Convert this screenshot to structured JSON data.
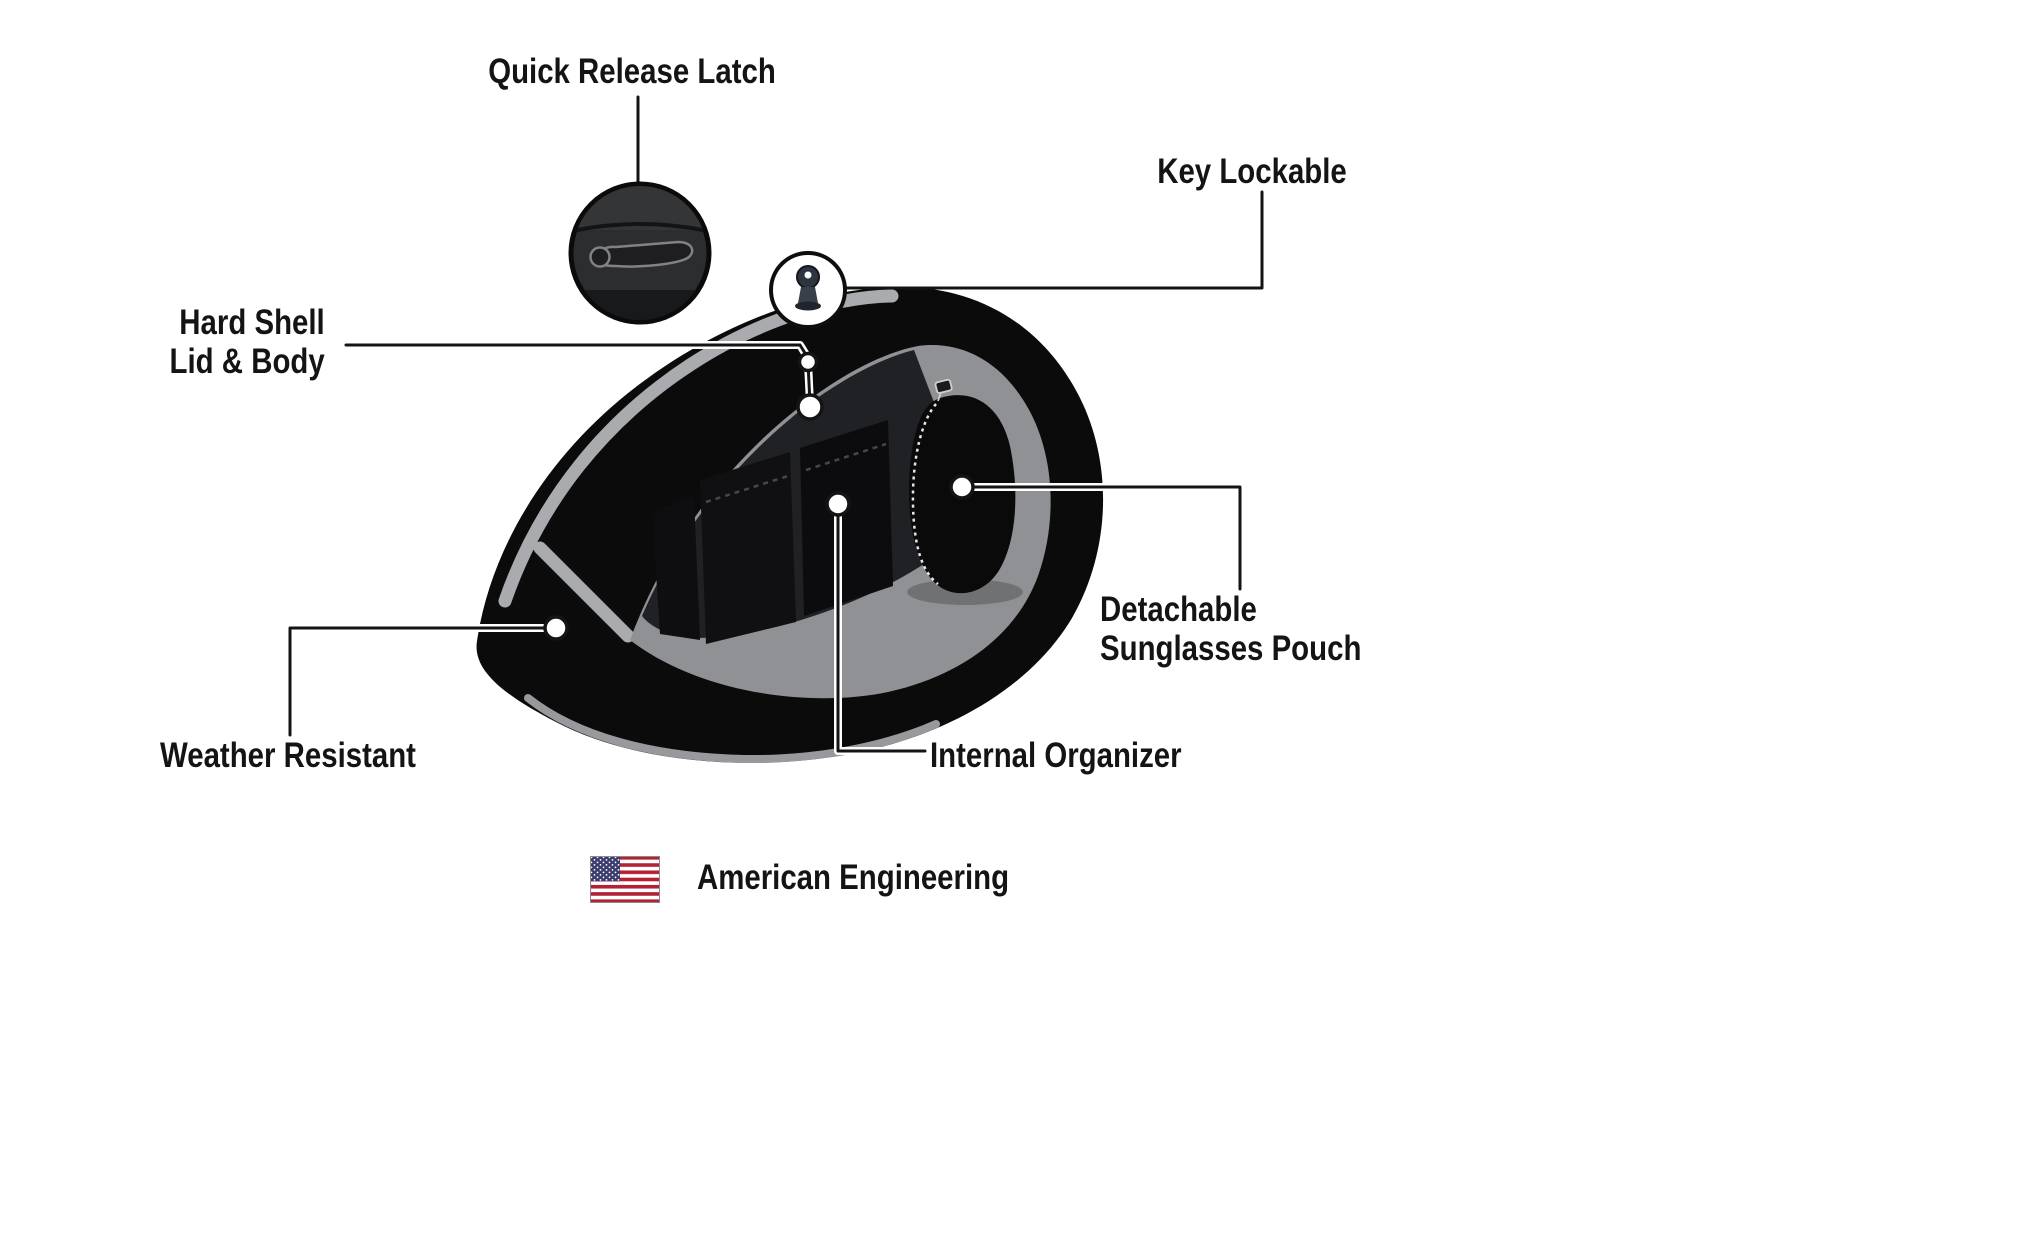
{
  "labels": {
    "quick_release_latch": "Quick Release Latch",
    "key_lockable": "Key Lockable",
    "hard_shell_line1": "Hard Shell",
    "hard_shell_line2": "Lid & Body",
    "weather_resistant": "Weather Resistant",
    "internal_organizer": "Internal Organizer",
    "detachable_line1": "Detachable",
    "detachable_line2": "Sunglasses Pouch",
    "american_engineering": "American Engineering"
  },
  "icons": {
    "flag": "us-flag-icon",
    "key": "key-icon",
    "latch_detail": "latch-detail-icon"
  },
  "colors": {
    "background": "#ffffff",
    "text": "#141414",
    "line": "#141414",
    "bag_body": "#0b0b0c",
    "bag_rim": "#a9abae",
    "interior": "#8f9194",
    "flag_red": "#b22234",
    "flag_blue": "#3c3b6e"
  }
}
